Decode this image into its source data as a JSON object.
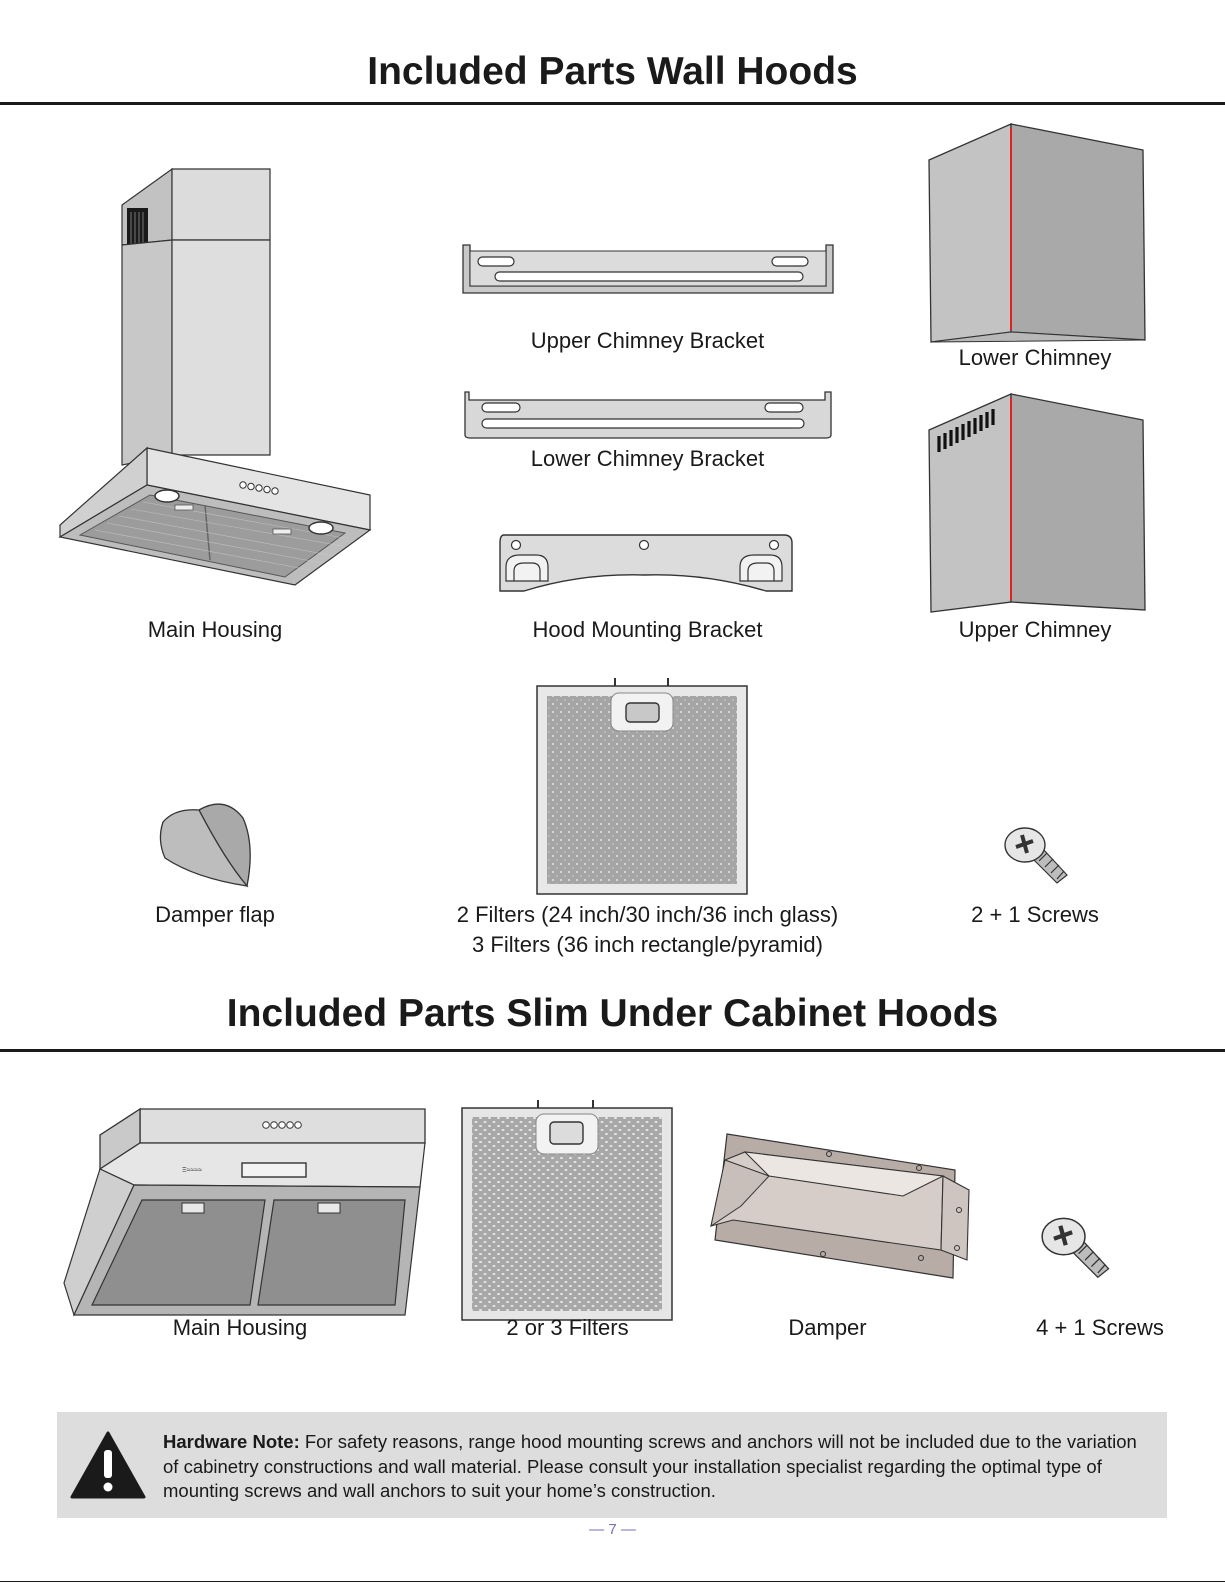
{
  "wall": {
    "title": "Included Parts Wall Hoods",
    "labels": {
      "main_housing": "Main Housing",
      "upper_chimney_bracket": "Upper Chimney Bracket",
      "lower_chimney_bracket": "Lower Chimney Bracket",
      "hood_mounting_bracket": "Hood Mounting Bracket",
      "lower_chimney": "Lower Chimney",
      "upper_chimney": "Upper Chimney",
      "damper_flap": "Damper flap",
      "filters_line1": "2 Filters (24 inch/30 inch/36 inch glass)",
      "filters_line2": "3 Filters (36 inch rectangle/pyramid)",
      "screws": "2 + 1 Screws"
    }
  },
  "slim": {
    "title": "Included Parts Slim Under Cabinet Hoods",
    "labels": {
      "main_housing": "Main Housing",
      "filters": "2 or 3 Filters",
      "damper": "Damper",
      "screws": "4 + 1 Screws"
    }
  },
  "note": {
    "heading": "Hardware Note:",
    "body": " For safety reasons, range hood mounting screws and anchors will not be included due to the variation of cabinetry constructions and wall material. Please consult your installation specialist regarding the optimal type of mounting screws and wall anchors to suit your home’s construction."
  },
  "page_number": "— 7 —",
  "colors": {
    "text": "#1a1a1a",
    "note_background": "#dddddd",
    "steel_light": "#d9d9d9",
    "steel_mid": "#b5b5b5",
    "seam_red": "#e0211f",
    "page_number": "#7a6fb5"
  }
}
